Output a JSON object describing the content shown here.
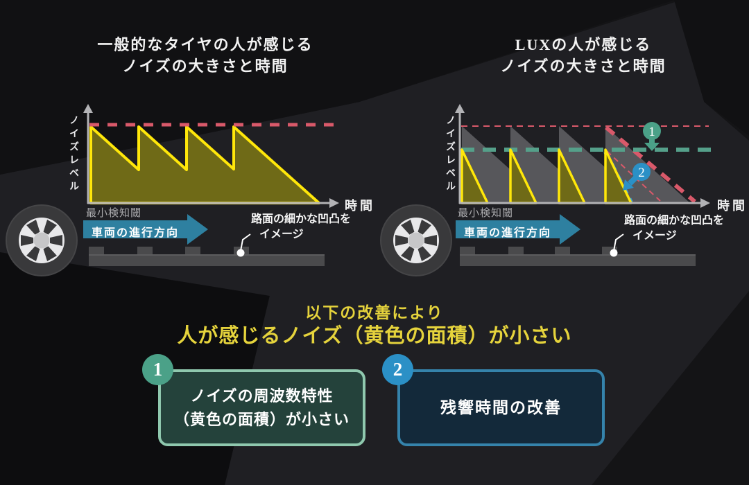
{
  "left_panel": {
    "title_line1": "一般的なタイヤの人が感じる",
    "title_line2": "ノイズの大きさと時間",
    "y_axis_label": "ノイズレベル",
    "x_axis_label": "時間",
    "threshold_label": "最小検知閾",
    "direction_label": "車両の進行方向",
    "road_note_line1": "路面の細かな凹凸を",
    "road_note_line2": "イメージ"
  },
  "right_panel": {
    "title_line1": "LUXの人が感じる",
    "title_line2": "ノイズの大きさと時間",
    "y_axis_label": "ノイズレベル",
    "x_axis_label": "時間",
    "threshold_label": "最小検知閾",
    "direction_label": "車両の進行方向",
    "road_note_line1": "路面の細かな凹凸を",
    "road_note_line2": "イメージ",
    "badge1": "1",
    "badge2": "2"
  },
  "summary": {
    "line1": "以下の改善により",
    "line2": "人が感じるノイズ（黄色の面積）が小さい"
  },
  "improvements": [
    {
      "number": "1",
      "line1": "ノイズの周波数特性",
      "line2": "（黄色の面積）が小さい"
    },
    {
      "number": "2",
      "line1": "残響時間の改善",
      "line2": ""
    }
  ],
  "colors": {
    "background": "#141416",
    "yellow_outline": "#ffe70a",
    "olive_fill": "#6f6a17",
    "red_dash": "#d9596a",
    "teal_dash": "#55a08a",
    "teal_badge": "#4ba188",
    "blue_badge": "#2b90c6",
    "blue_dash": "#3da2d8",
    "gray_triangle": "#57575b",
    "axis_gray": "#b3b3b6",
    "summary_yellow": "#e5d33c",
    "box1_border": "#8fc8ae",
    "box1_bg": "#24423b",
    "box2_border": "#3583ab",
    "box2_bg": "#13293a"
  },
  "chart_data": [
    {
      "type": "area",
      "title": "一般的なタイヤの人が感じるノイズの大きさと時間",
      "xlabel": "時間",
      "ylabel": "ノイズレベル",
      "baseline_label": "最小検知閾",
      "xlim": [
        0,
        5
      ],
      "ylim": [
        0,
        120
      ],
      "grid": false,
      "series": [
        {
          "name": "一般的なタイヤ",
          "shape": "sawtooth",
          "impulse_times": [
            0,
            1,
            2,
            3
          ],
          "peak_level": 100,
          "decay_time_units": 1.75,
          "fill": "#6f6a17",
          "outline": "#ffe70a"
        }
      ],
      "reference_lines": [
        {
          "value": 100,
          "style": "dashed",
          "color": "#d9596a"
        }
      ]
    },
    {
      "type": "area",
      "title": "LUXの人が感じるノイズの大きさと時間",
      "xlabel": "時間",
      "ylabel": "ノイズレベル",
      "baseline_label": "最小検知閾",
      "xlim": [
        0,
        5
      ],
      "ylim": [
        0,
        120
      ],
      "grid": false,
      "series": [
        {
          "name": "一般的なタイヤ",
          "shape": "sawtooth",
          "impulse_times": [
            0,
            1,
            2,
            3
          ],
          "peak_level": 100,
          "decay_time_units": 1.75,
          "fill": "#57575b"
        },
        {
          "name": "LUX",
          "shape": "sawtooth",
          "impulse_times": [
            0,
            1,
            2,
            3
          ],
          "peak_level": 55,
          "decay_time_units": 0.55,
          "fill": "#6f6a17",
          "outline": "#ffe70a"
        }
      ],
      "reference_lines": [
        {
          "value": 100,
          "style": "dashed",
          "color": "#d9596a"
        },
        {
          "value": 55,
          "style": "dashed",
          "color": "#55a08a"
        }
      ],
      "annotations": [
        {
          "badge": "1",
          "meaning": "ノイズの周波数特性（黄色の面積）が小さい",
          "level_from": 100,
          "level_to": 55
        },
        {
          "badge": "2",
          "meaning": "残響時間の改善",
          "decay_from": 1.75,
          "decay_to": 0.55
        }
      ]
    }
  ]
}
